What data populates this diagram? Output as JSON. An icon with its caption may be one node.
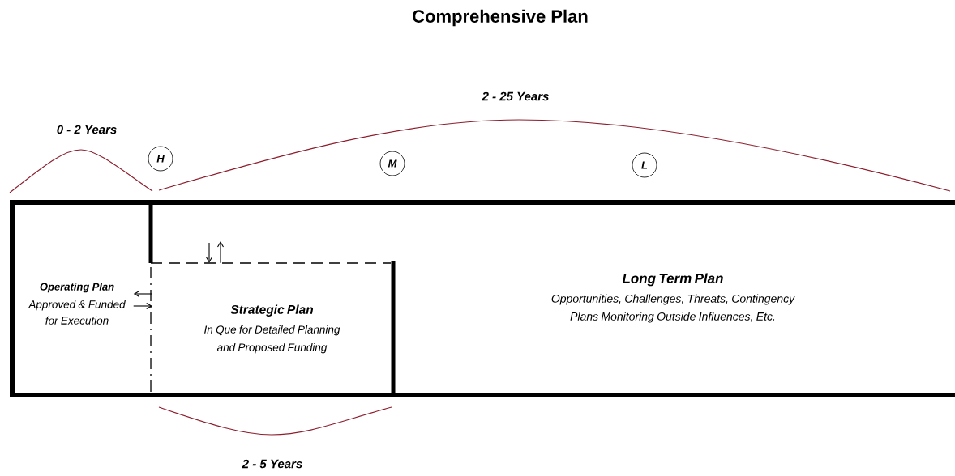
{
  "diagram": {
    "title": "Comprehensive Plan",
    "nodes": [
      {
        "text": [
          "Operating Plan",
          "Approved & Funded for Execution"
        ]
      },
      {
        "text": [
          "Strategic Plan",
          "In Que for Detailed Planning and Proposed Funding"
        ]
      },
      {
        "text": [
          "Long Term Plan",
          "Opportunities, Challenges, Threats, Contingency Plans Monitoring Outside Influences, Etc."
        ]
      },
      {
        "text": [
          "H"
        ]
      },
      {
        "text": [
          "M"
        ]
      },
      {
        "text": [
          "L"
        ]
      }
    ],
    "edges": [
      {
        "from": 1,
        "to": 0,
        "arrow": "to"
      },
      {
        "from": 0,
        "to": 1,
        "arrow": "to"
      },
      {
        "from": null,
        "to": 1,
        "arrow": "to"
      },
      {
        "from": 1,
        "to": null,
        "arrow": "to"
      }
    ],
    "labels": [
      "0 - 2 Years",
      "2 - 25 Years",
      "2 - 5 Years"
    ]
  }
}
